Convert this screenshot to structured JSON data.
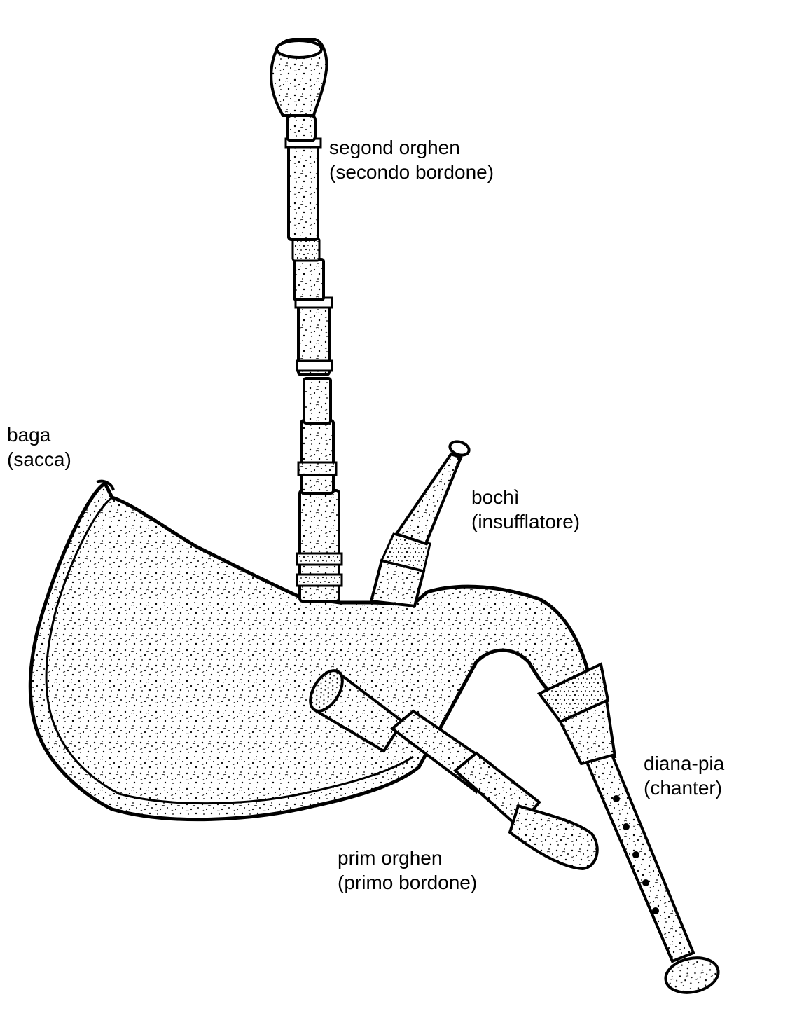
{
  "labels": {
    "secondo_bordone": {
      "name": "segond orghen",
      "translation": "(secondo bordone)"
    },
    "sacca": {
      "name": "baga",
      "translation": "(sacca)"
    },
    "insufflatore": {
      "name": "bochì",
      "translation": "(insufflatore)"
    },
    "chanter": {
      "name": "diana-pia",
      "translation": "(chanter)"
    },
    "primo_bordone": {
      "name": "prim orghen",
      "translation": "(primo bordone)"
    }
  },
  "colors": {
    "ink": "#000000",
    "paper": "#ffffff"
  }
}
